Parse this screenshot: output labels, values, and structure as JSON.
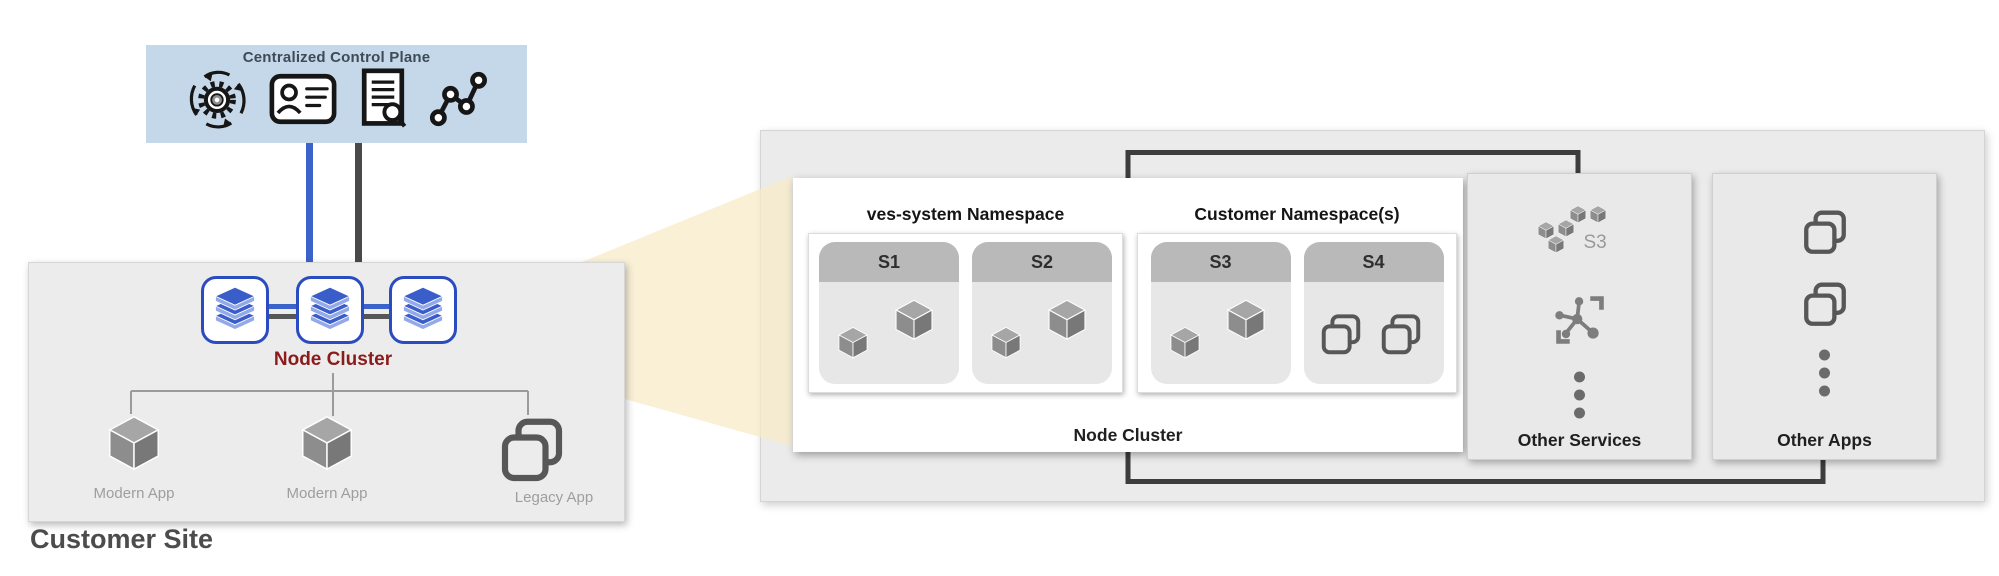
{
  "control_plane": {
    "title": "Centralized Control Plane",
    "icons": [
      "sync-gear",
      "identity-card",
      "audit-document",
      "metrics-graph"
    ]
  },
  "customer_site": {
    "title": "Customer Site",
    "node_cluster_label": "Node Cluster",
    "node_count": 3,
    "apps": [
      {
        "label": "Modern App",
        "icon": "cube"
      },
      {
        "label": "Modern App",
        "icon": "cube"
      },
      {
        "label": "Legacy App",
        "icon": "stacked-squares"
      }
    ]
  },
  "zoom_panel": {
    "node_cluster_label": "Node Cluster",
    "groups": [
      {
        "title": "ves-system Namespace",
        "services": [
          {
            "name": "S1",
            "icon": "cubes"
          },
          {
            "name": "S2",
            "icon": "cubes"
          }
        ]
      },
      {
        "title": "Customer Namespace(s)",
        "services": [
          {
            "name": "S3",
            "icon": "cubes"
          },
          {
            "name": "S4",
            "icon": "stacked-squares"
          }
        ]
      }
    ],
    "other_services": {
      "label": "Other Services",
      "s3_badge": "S3",
      "icons": [
        "aws-s3-cubes",
        "service-hub",
        "more-ellipsis"
      ]
    },
    "other_apps": {
      "label": "Other Apps",
      "icons": [
        "stacked-squares",
        "stacked-squares",
        "more-ellipsis"
      ]
    }
  },
  "colors": {
    "control_plane_bg": "#c5d8ea",
    "node_blue": "#3a5ec9",
    "node_blue_light": "#94a9ea",
    "node_border_blue": "#2a4cc0",
    "node_cluster_maroon": "#8b1c1c",
    "panel_gray": "#ebebeb",
    "card_header_gray": "#b9b9b9",
    "card_body_gray": "#e7e7e7",
    "beam_cream": "#f7eac4",
    "dark_connector": "#3d3d3d",
    "cube_gray": "#8d8d8d"
  }
}
